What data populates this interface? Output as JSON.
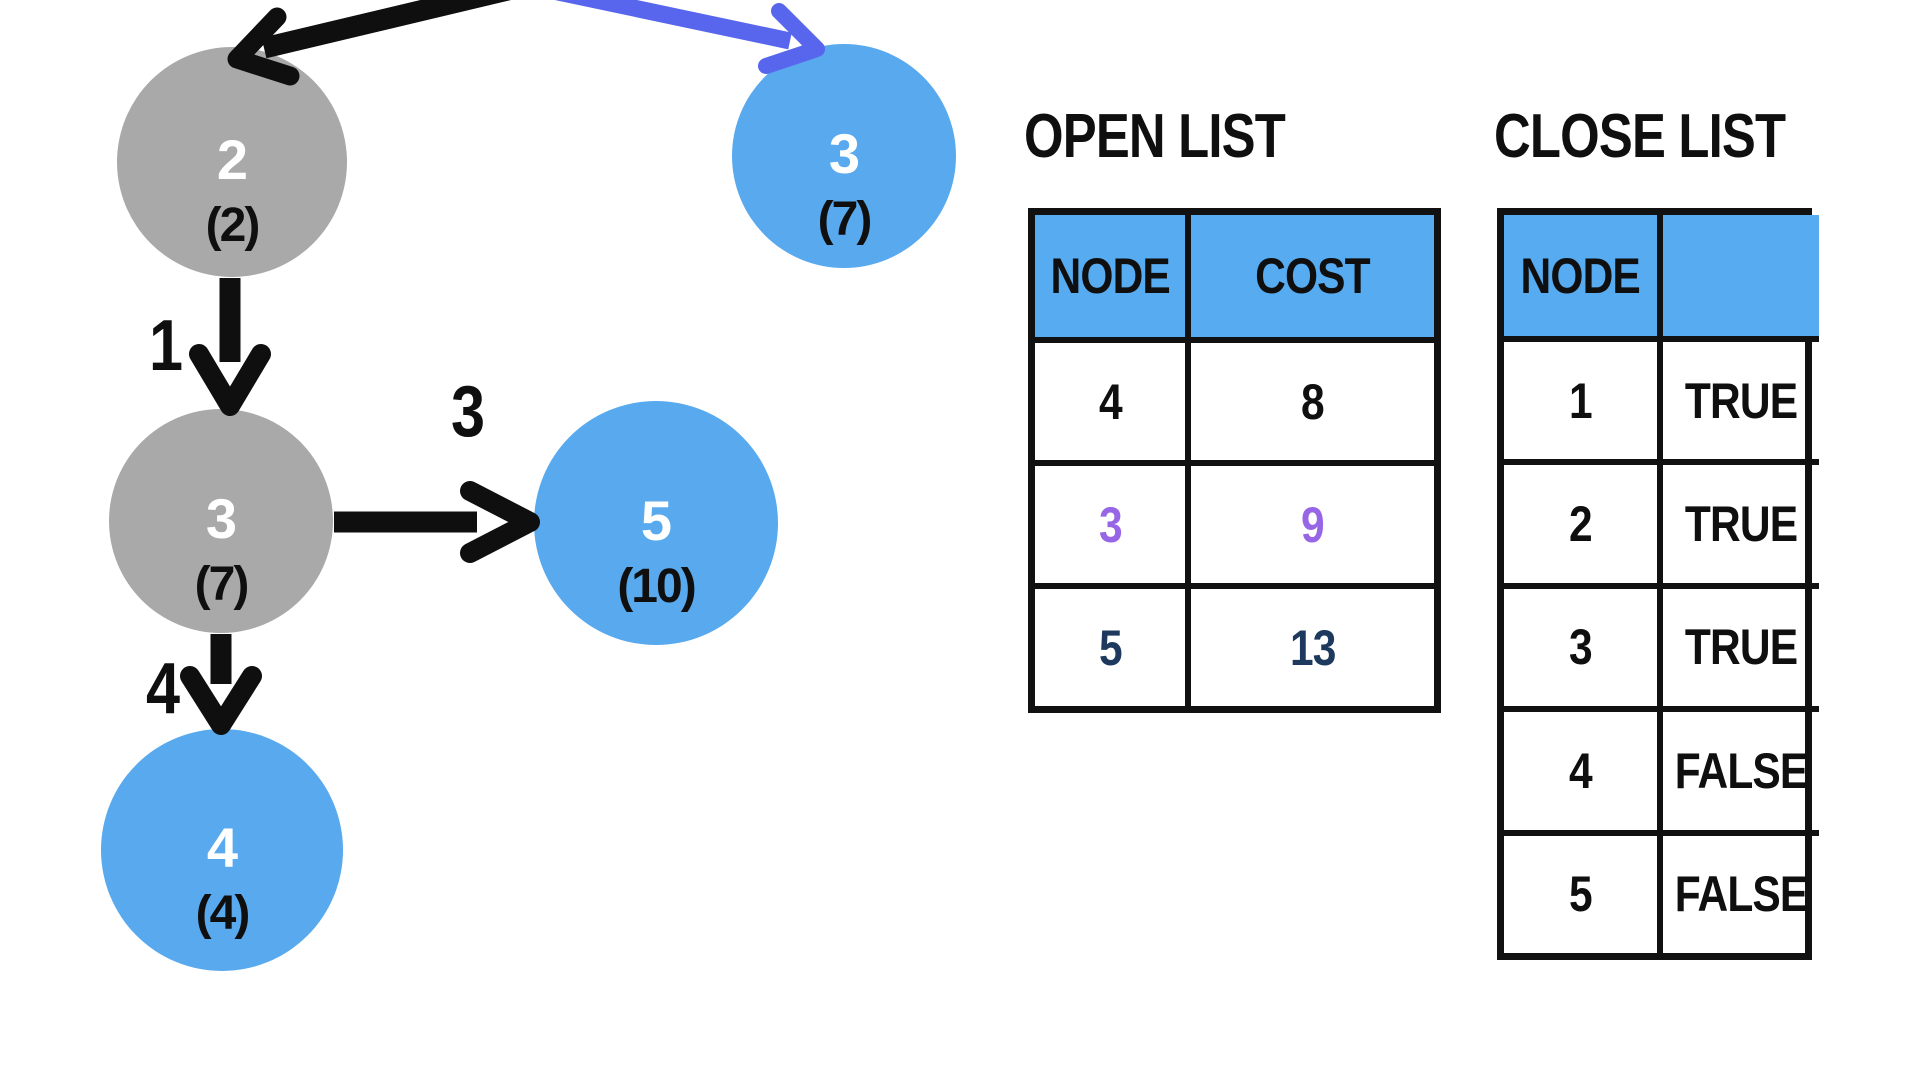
{
  "graph": {
    "nodes": [
      {
        "label": "2",
        "cost": "(2)",
        "fill": "gray"
      },
      {
        "label": "3",
        "cost": "(7)",
        "fill": "blue"
      },
      {
        "label": "3",
        "cost": "(7)",
        "fill": "gray"
      },
      {
        "label": "5",
        "cost": "(10)",
        "fill": "blue"
      },
      {
        "label": "4",
        "cost": "(4)",
        "fill": "blue"
      }
    ],
    "edges": [
      {
        "id": "top-to-node2",
        "color": "#0f0f0f",
        "weight": ""
      },
      {
        "id": "top-to-node3",
        "color": "#5766ec",
        "weight": ""
      },
      {
        "id": "node2-to-node3",
        "color": "#0f0f0f",
        "weight": "1"
      },
      {
        "id": "node3-to-node5",
        "color": "#0f0f0f",
        "weight": "3"
      },
      {
        "id": "node3-to-node4",
        "color": "#0f0f0f",
        "weight": "4"
      }
    ]
  },
  "open_list": {
    "title": "OPEN LIST",
    "columns": [
      "NODE",
      "COST"
    ],
    "rows": [
      {
        "node": "4",
        "cost": "8",
        "color": "black"
      },
      {
        "node": "3",
        "cost": "9",
        "color": "purple"
      },
      {
        "node": "5",
        "cost": "13",
        "color": "navy"
      }
    ]
  },
  "close_list": {
    "title": "CLOSE LIST",
    "columns": [
      "NODE",
      ""
    ],
    "rows": [
      {
        "node": "1",
        "value": "TRUE"
      },
      {
        "node": "2",
        "value": "TRUE"
      },
      {
        "node": "3",
        "value": "TRUE"
      },
      {
        "node": "4",
        "value": "FALSE"
      },
      {
        "node": "5",
        "value": "FALSE"
      }
    ]
  },
  "colors": {
    "background": "#ffffff",
    "node_blue": "#58a9ee",
    "node_gray": "#a9a9a9",
    "table_header_blue": "#57abf0",
    "edge_blue": "#5766ec",
    "edge_black": "#0f0f0f",
    "text_purple": "#9766e6",
    "text_navy": "#1d3a5e"
  }
}
